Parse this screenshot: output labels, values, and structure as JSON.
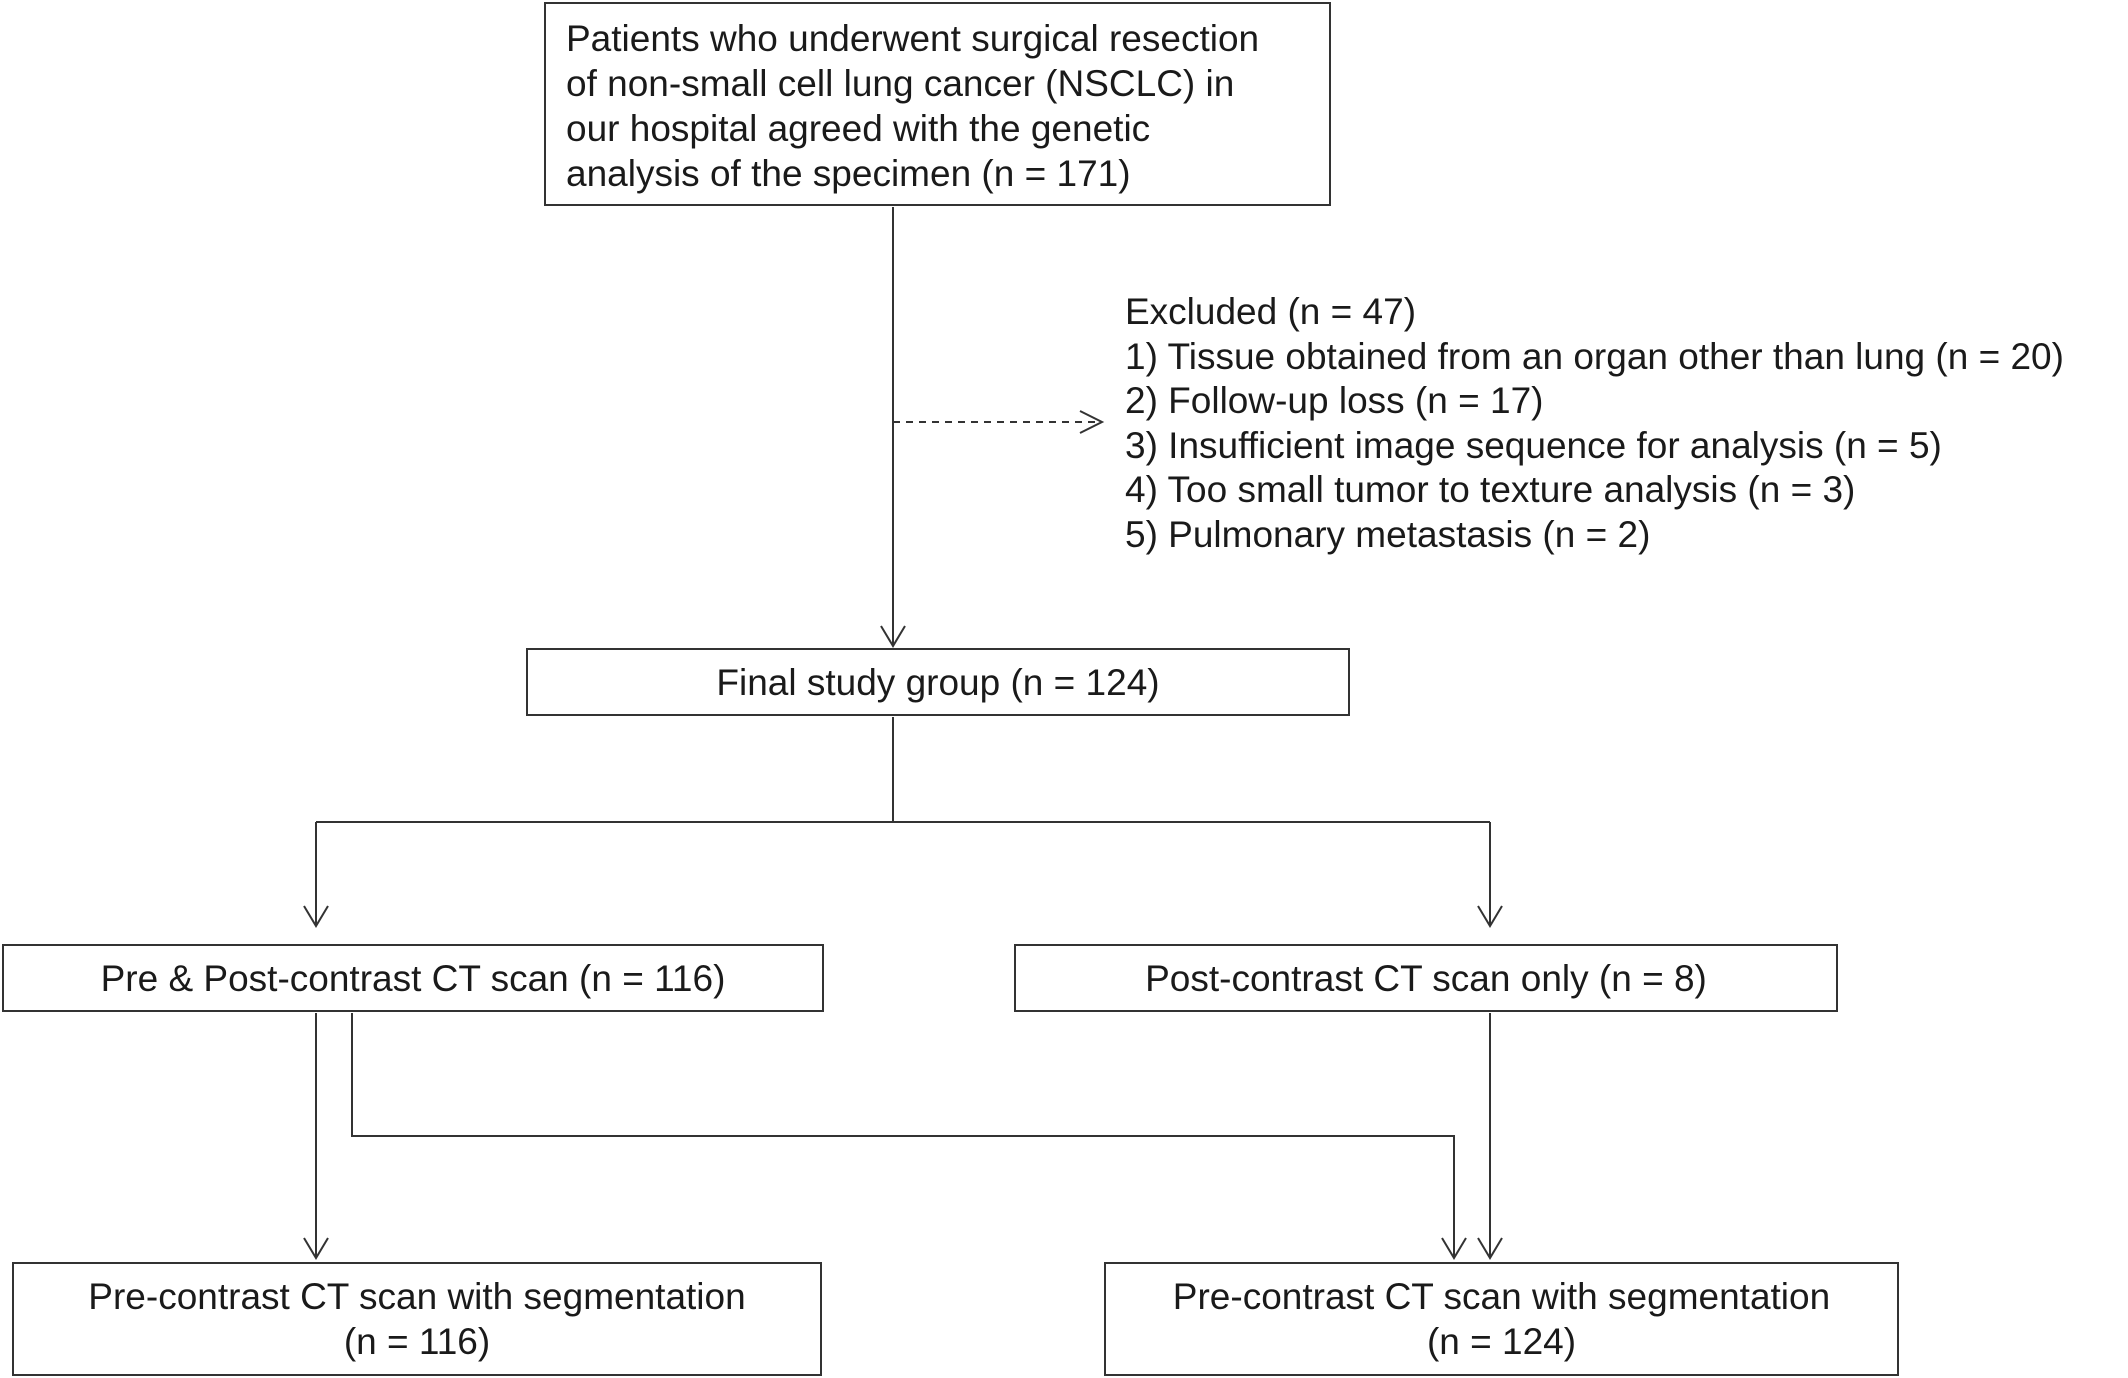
{
  "start_box": {
    "lines": [
      "Patients who underwent surgical resection",
      "of non-small cell lung cancer (NSCLC) in",
      "our hospital agreed with the genetic",
      "analysis of the specimen (n = 171)"
    ]
  },
  "excluded": {
    "heading": "Excluded  (n = 47)",
    "items": [
      "1) Tissue obtained from an organ other than lung (n = 20)",
      "2) Follow-up loss (n = 17)",
      "3) Insufficient image sequence for analysis (n = 5)",
      "4) Too small tumor to texture analysis (n = 3)",
      "5) Pulmonary metastasis (n = 2)"
    ]
  },
  "final_group": {
    "label": "Final study group (n = 124)"
  },
  "branches": {
    "pre_post": "Pre & Post-contrast CT scan (n = 116)",
    "post_only": "Post-contrast CT scan only (n = 8)"
  },
  "outputs": {
    "left": {
      "line1": "Pre-contrast CT scan with segmentation",
      "line2": "(n = 116)"
    },
    "right": {
      "line1": "Pre-contrast CT scan with segmentation",
      "line2": "(n = 124)"
    }
  }
}
